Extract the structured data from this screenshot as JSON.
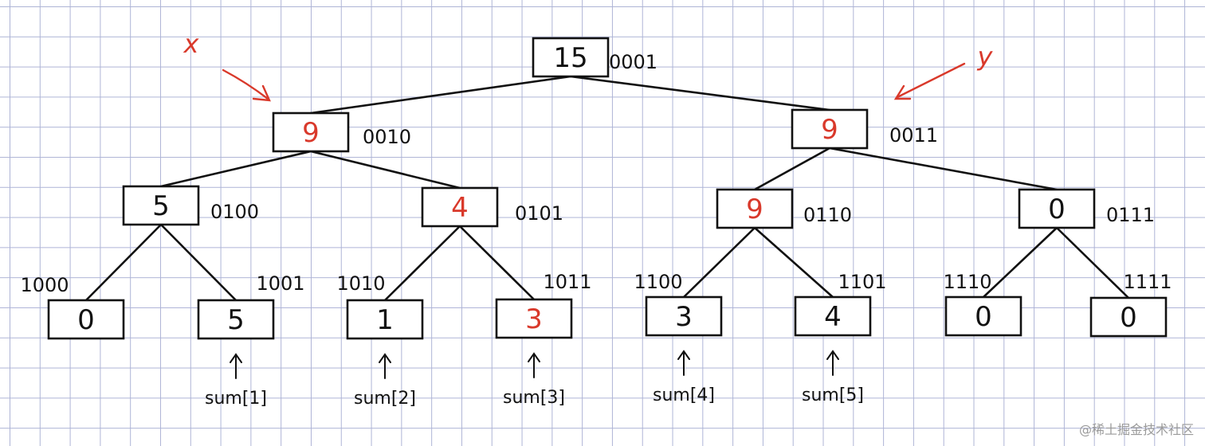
{
  "ink_color": "#111111",
  "highlight_color": "#d9392b",
  "nodes": [
    {
      "id": "n1",
      "value": "15",
      "binary": "0001",
      "highlight": false
    },
    {
      "id": "n2",
      "value": "9",
      "binary": "0010",
      "highlight": true
    },
    {
      "id": "n3",
      "value": "9",
      "binary": "0011",
      "highlight": true
    },
    {
      "id": "n4",
      "value": "5",
      "binary": "0100",
      "highlight": false
    },
    {
      "id": "n5",
      "value": "4",
      "binary": "0101",
      "highlight": true
    },
    {
      "id": "n6",
      "value": "9",
      "binary": "0110",
      "highlight": true
    },
    {
      "id": "n7",
      "value": "0",
      "binary": "0111",
      "highlight": false
    },
    {
      "id": "n8",
      "value": "0",
      "binary": "1000",
      "highlight": false
    },
    {
      "id": "n9",
      "value": "5",
      "binary": "1001",
      "highlight": false
    },
    {
      "id": "n10",
      "value": "1",
      "binary": "1010",
      "highlight": false
    },
    {
      "id": "n11",
      "value": "3",
      "binary": "1011",
      "highlight": true
    },
    {
      "id": "n12",
      "value": "3",
      "binary": "1100",
      "highlight": false
    },
    {
      "id": "n13",
      "value": "4",
      "binary": "1101",
      "highlight": false
    },
    {
      "id": "n14",
      "value": "0",
      "binary": "1110",
      "highlight": false
    },
    {
      "id": "n15",
      "value": "0",
      "binary": "1111",
      "highlight": false
    }
  ],
  "edges": [
    [
      "n1",
      "n2"
    ],
    [
      "n1",
      "n3"
    ],
    [
      "n2",
      "n4"
    ],
    [
      "n2",
      "n5"
    ],
    [
      "n3",
      "n6"
    ],
    [
      "n3",
      "n7"
    ],
    [
      "n4",
      "n8"
    ],
    [
      "n4",
      "n9"
    ],
    [
      "n5",
      "n10"
    ],
    [
      "n5",
      "n11"
    ],
    [
      "n6",
      "n12"
    ],
    [
      "n6",
      "n13"
    ],
    [
      "n7",
      "n14"
    ],
    [
      "n7",
      "n15"
    ]
  ],
  "pointers": [
    {
      "target": "n9",
      "label": "sum[1]"
    },
    {
      "target": "n10",
      "label": "sum[2]"
    },
    {
      "target": "n11",
      "label": "sum[3]"
    },
    {
      "target": "n12",
      "label": "sum[4]"
    },
    {
      "target": "n13",
      "label": "sum[5]"
    }
  ],
  "markers": {
    "left": {
      "label": "x",
      "target": "n2"
    },
    "right": {
      "label": "y",
      "target": "n3"
    }
  },
  "watermark": "@稀土掘金技术社区"
}
